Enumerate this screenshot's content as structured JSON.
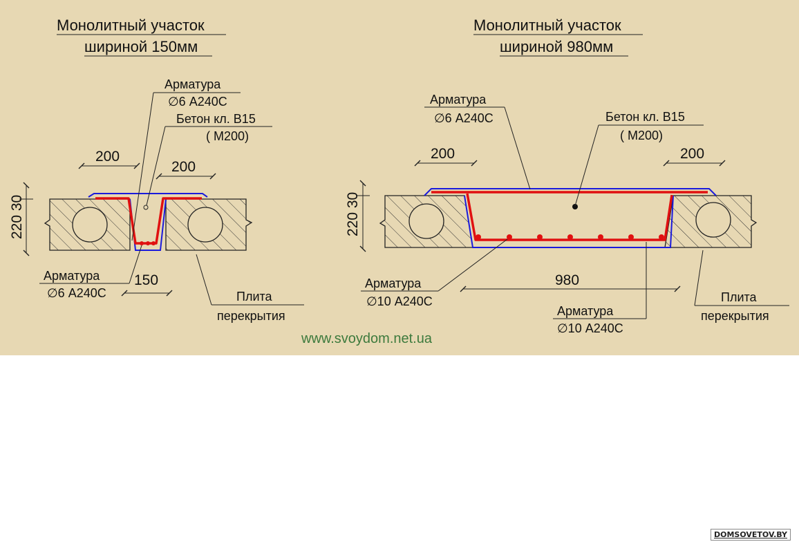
{
  "left": {
    "title_line1": "Монолитный участок",
    "title_line2": "шириной 150мм",
    "rebar_top_label": "Арматура",
    "rebar_top_spec": "∅6 А240С",
    "concrete_label": "Бетон кл. В15",
    "concrete_grade": "( М200)",
    "dim_left": "200",
    "dim_right": "200",
    "dim_height": "220 30",
    "rebar_bottom_label": "Арматура",
    "rebar_bottom_spec": "∅6 А240С",
    "dim_bottom": "150",
    "slab_label_line1": "Плита",
    "slab_label_line2": "перекрытия"
  },
  "right": {
    "title_line1": "Монолитный участок",
    "title_line2": "шириной 980мм",
    "rebar_top_label": "Арматура",
    "rebar_top_spec": "∅6 А240С",
    "concrete_label": "Бетон кл. В15",
    "concrete_grade": "( М200)",
    "dim_left": "200",
    "dim_right": "200",
    "dim_height": "220 30",
    "rebar_left_label": "Арматура",
    "rebar_left_spec": "∅10 А240С",
    "dim_bottom": "980",
    "rebar_bottom_label": "Арматура",
    "rebar_bottom_spec": "∅10 А240С",
    "slab_label_line1": "Плита",
    "slab_label_line2": "перекрытия"
  },
  "website": "www.svoydom.net.ua",
  "watermark": "DOMSOVETOV.BY",
  "colors": {
    "background": "#e7d8b3",
    "rebar": "#e01010",
    "formwork": "#1a1adc",
    "website": "#3d7a3d"
  }
}
